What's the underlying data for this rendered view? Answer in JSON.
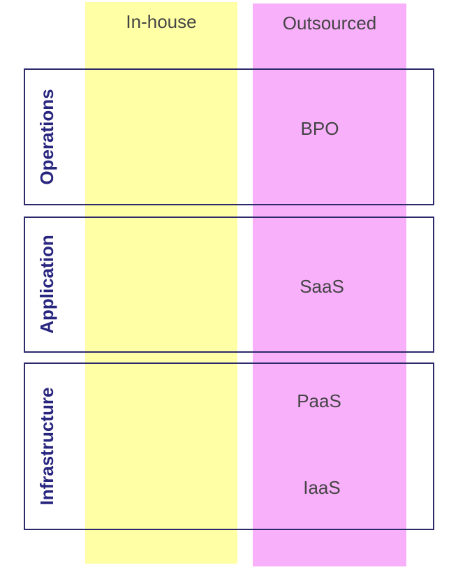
{
  "columns": {
    "inhouse": {
      "label": "In-house"
    },
    "outsourced": {
      "label": "Outsourced"
    }
  },
  "rows": {
    "operations": {
      "label": "Operations"
    },
    "application": {
      "label": "Application"
    },
    "infrastructure": {
      "label": "Infrastructure"
    }
  },
  "cells": {
    "bpo": "BPO",
    "saas": "SaaS",
    "paas": "PaaS",
    "iaas": "IaaS"
  },
  "colors": {
    "inhouse_fill": "#FFFFA6",
    "outsourced_fill": "#F9B0FB",
    "row_label": "#28257F",
    "box_border": "#2C2A6B",
    "text": "#444444"
  }
}
